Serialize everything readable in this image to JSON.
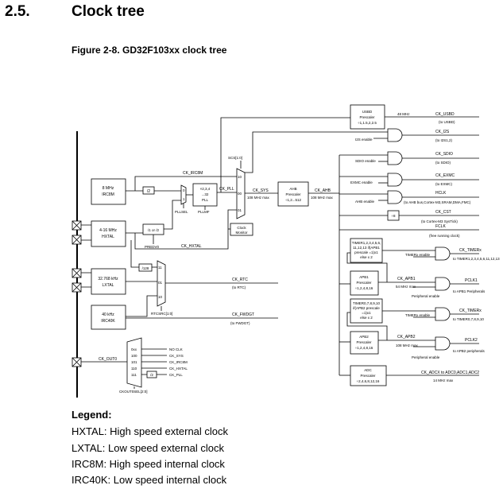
{
  "section": {
    "number": "2.5.",
    "title": "Clock tree"
  },
  "figure": {
    "title": "Figure 2-8. GD32F103xx clock tree"
  },
  "diagram": {
    "oscillators": {
      "irc8m": [
        "8 MHz",
        "IRC8M"
      ],
      "hxtal": [
        "4-16 MHz",
        "HXTAL"
      ],
      "lxtal": [
        "32.768 kHz",
        "LXTAL"
      ],
      "irc40k": [
        "40 kHz",
        "IRC40K"
      ]
    },
    "blocks": {
      "usbd": [
        "USBD",
        "Prescaler",
        "÷1,1.5,2,2.5"
      ],
      "pll": [
        "×2,3,4",
        "...32",
        "PLL"
      ],
      "ahb": [
        "AHB",
        "Prescaler",
        "÷1,2...512"
      ],
      "apb1": [
        "APB1",
        "Prescaler",
        "÷1,2,4,8,16"
      ],
      "apb2": [
        "APB2",
        "Prescaler",
        "÷1,2,4,8,16"
      ],
      "adc": [
        "ADC",
        "Prescaler",
        "÷2,4,6,8,12,16"
      ],
      "clock_monitor": [
        "Clock",
        "Monitor"
      ],
      "timer_apb1": [
        "TIMER1,2,3,4,5,6,",
        "11,12,13 if(APB1",
        "prescale =1)x1",
        "else x 2"
      ],
      "timer_apb2": [
        "TIMER0,7,8,9,10",
        "if(APB2 prescale",
        "=1)x1",
        "else x 2"
      ],
      "div2_irc": "/2",
      "div_hxtal": "/1 or /2",
      "div128": "/128",
      "div8": "÷8"
    },
    "labels": {
      "ck_irc8m": "CK_IRC8M",
      "ck_hxtal": "CK_HXTAL",
      "ck_pll": "CK_PLL",
      "ck_sys": "CK_SYS",
      "sys_max": "108 MHz max",
      "ck_ahb": "CK_AHB",
      "ahb_max": "108 MHz max",
      "scs": "SCS[1:0]",
      "pllsel": "PLLSEL",
      "pllmf": "PLLMF",
      "predv0": "PREDV0",
      "rtcsrc": "RTCSRC[1:0]",
      "ckoutsel": "CKOUT0SEL[2:0]",
      "ck_out0": "CK_OUT0",
      "ck_rtc": "CK_RTC",
      "to_rtc": "(to RTC)",
      "ck_fwdgt": "CK_FWDGT",
      "to_fwdgt": "(to FWDGT)",
      "usb_freq": "48 MHz",
      "ck_usbd": "CK_USBD",
      "to_usbd": "(to USBD)",
      "i2s_enable": "I2S enable",
      "ck_i2s": "CK_I2S",
      "to_i2s": "(to I2S1,2)",
      "sdio_enable": "SDIO enable",
      "ck_sdio": "CK_SDIO",
      "to_sdio": "(to SDIO)",
      "exmc_enable": "EXMC enable",
      "ck_exmc": "CK_EXMC",
      "to_exmc": "(to EXMC)",
      "ahb_enable": "AHB enable",
      "hclk": "HCLK",
      "to_hclk": "(to AHB bus,Cortex-M3,SRAM,DMA,FMC)",
      "ck_cst": "CK_CST",
      "to_cst": "(to Cortex-M3 SysTick)",
      "fclk": "FCLK",
      "free_running": "(free running clock)",
      "timerx_enable": "TIMERx enable",
      "ck_timerx": "CK_TIMERx",
      "to_timers_apb1": "to TIMER1,2,3,4,5,6,11,12,13",
      "ck_apb1": "CK_APB1",
      "apb1_max": "54 MHz max",
      "pclk1": "PCLK1",
      "to_apb1": "to APB1 Peripherals",
      "periph_enable": "Peripheral enable",
      "to_timers_apb2": "to TIMER0,7,8,9,10",
      "ck_apb2": "CK_APB2",
      "apb2_max": "108 MHz max",
      "pclk2": "PCLK2",
      "to_apb2": "to APB2 peripherals",
      "ck_adcx": "CK_ADCX to ADC0,ADC1,ADC2",
      "adc_max": "14 MHz max"
    },
    "ckout_sources": [
      "NO CLK",
      "CK_SYS",
      "CK_IRC8M",
      "CK_HXTAL",
      "CK_PLL"
    ],
    "ckout_codes": [
      "0xx",
      "100",
      "101",
      "110",
      "111"
    ],
    "ckout_div2": "/2",
    "mux_inputs": {
      "scs": [
        "10",
        "00",
        "01"
      ],
      "pll_src": [
        "0",
        "1"
      ],
      "rtc": [
        "11",
        "01",
        "10"
      ]
    }
  },
  "legend": {
    "title": "Legend:",
    "items": [
      "HXTAL: High speed external clock",
      "LXTAL: Low speed external clock",
      "IRC8M: High speed internal clock",
      "IRC40K: Low speed internal clock"
    ]
  }
}
